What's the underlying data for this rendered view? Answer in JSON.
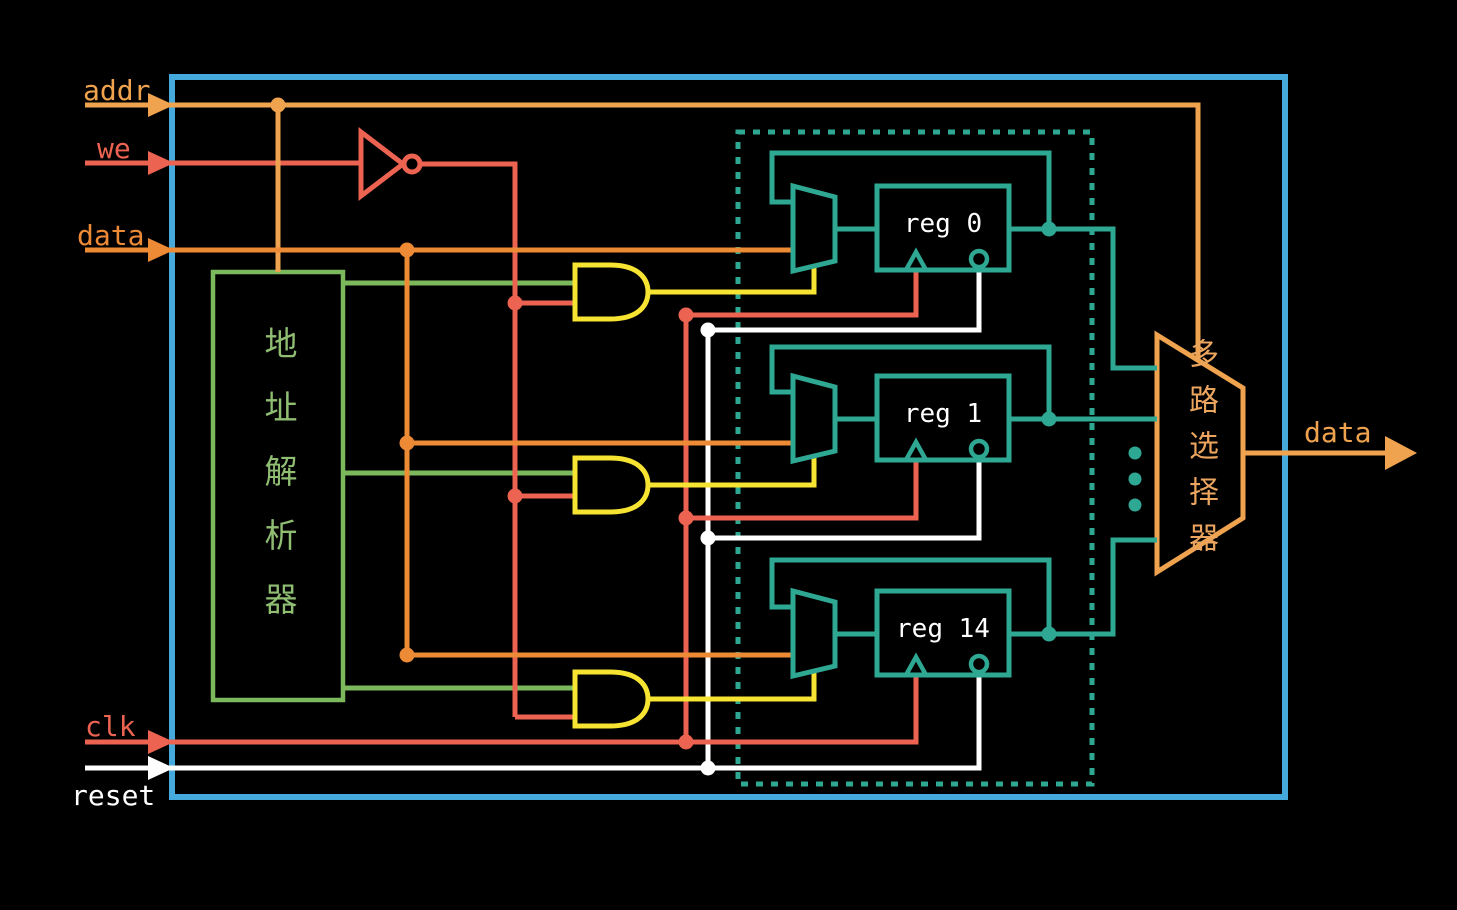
{
  "palette": {
    "bg": "#000000",
    "border_blue": "#45A9DC",
    "teal": "#2EA793",
    "green": "#7CB95D",
    "green_text": "#8FBE72",
    "orange_addr": "#F0A34F",
    "orange_data": "#ED8A35",
    "red": "#ED6351",
    "yellow": "#F6E332",
    "white": "#FFFFFF",
    "mux_text": "#ECA55F"
  },
  "inputs": {
    "addr": "addr",
    "we": "we",
    "data": "data",
    "clk": "clk",
    "reset": "reset"
  },
  "outputs": {
    "data": "data"
  },
  "blocks": {
    "decoder_label": "地址解析器",
    "mux_label": "多路选择器",
    "registers": [
      {
        "label": "reg 0"
      },
      {
        "label": "reg 1"
      },
      {
        "label": "reg 14"
      }
    ]
  }
}
